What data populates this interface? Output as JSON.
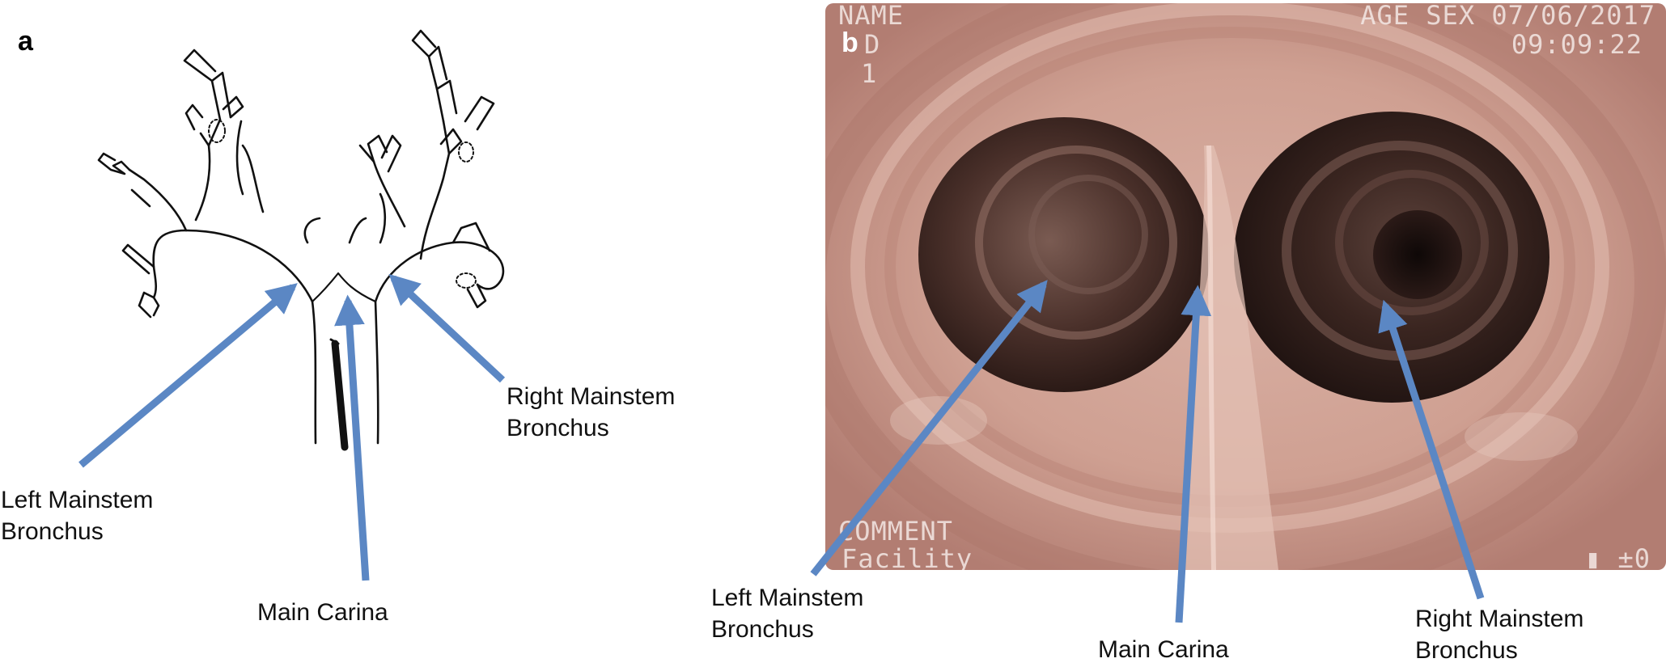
{
  "panel_a": {
    "letter": "a",
    "labels": {
      "left_l1": "Left Mainstem",
      "left_l2": "Bronchus",
      "carina": "Main Carina",
      "right_l1": "Right Mainstem",
      "right_l2": "Bronchus"
    }
  },
  "panel_b": {
    "letter": "b",
    "osd": {
      "name": "NAME",
      "id": "D",
      "num": "1",
      "age_sex_date": "AGE SEX 07/06/2017",
      "time": "09:09:22",
      "comment": "COMMENT",
      "facility": "Facility",
      "bottom_right": "▮ ±0"
    },
    "labels": {
      "left_l1": "Left Mainstem",
      "left_l2": "Bronchus",
      "carina": "Main Carina",
      "right_l1": "Right Mainstem",
      "right_l2": "Bronchus"
    }
  },
  "colors": {
    "arrow": "#5b87c4",
    "mucosa": "#c99a90",
    "lumen": "#2a1a17"
  }
}
